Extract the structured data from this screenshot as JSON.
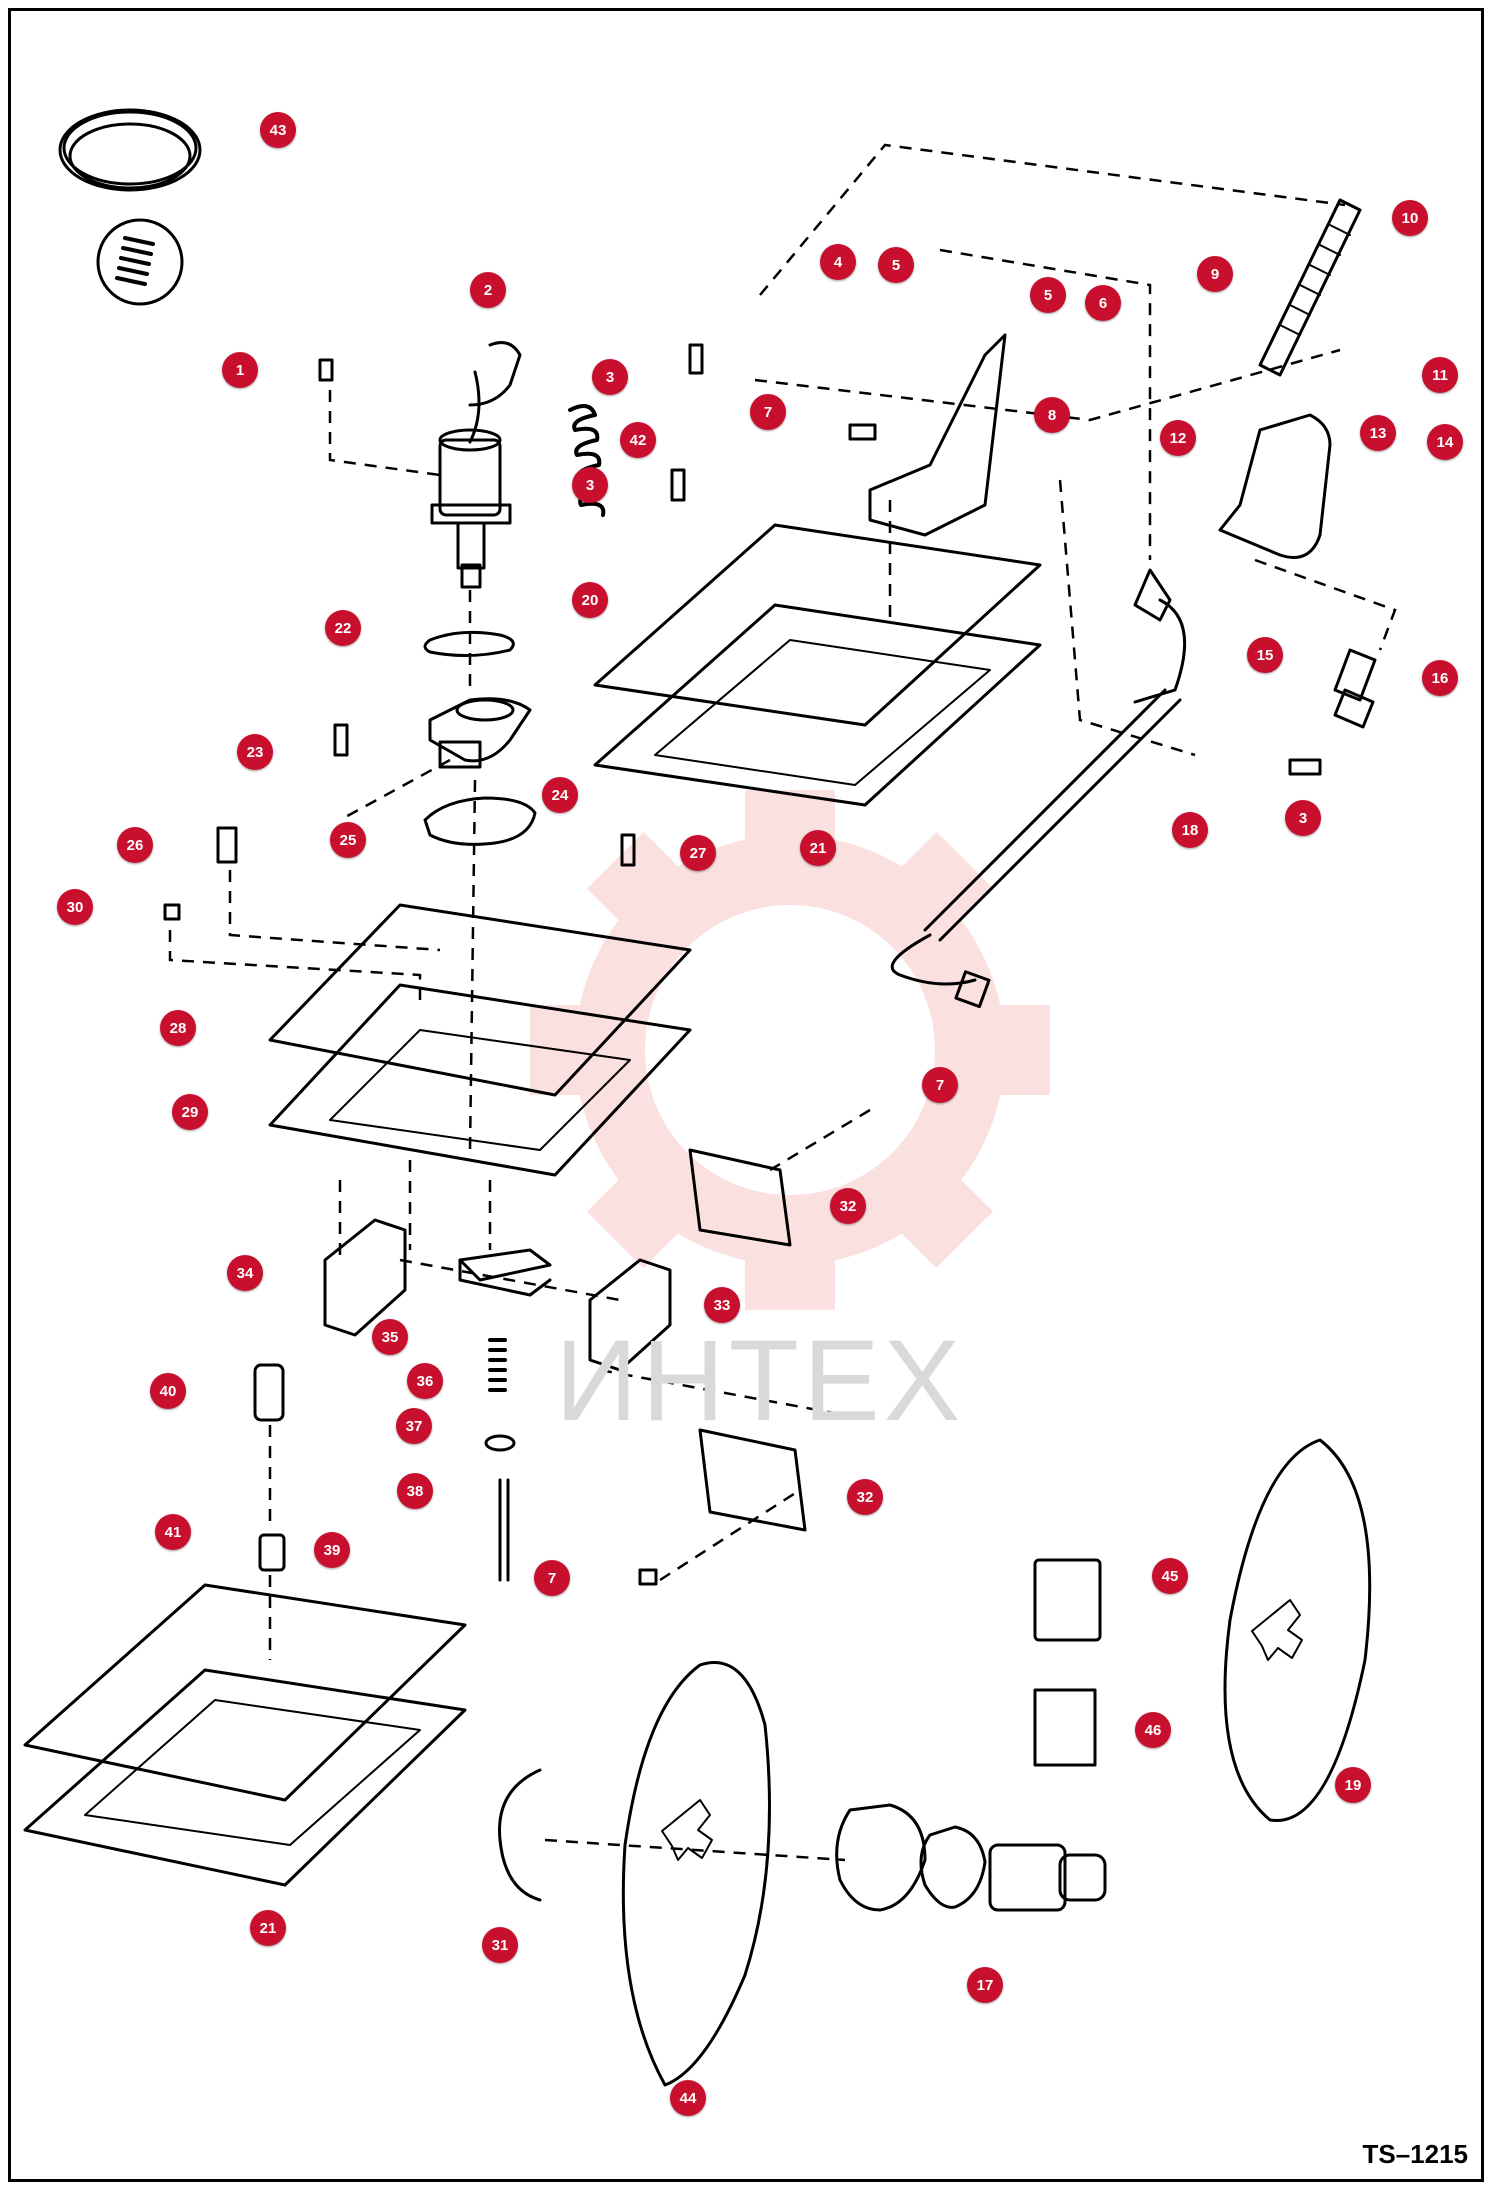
{
  "figure_code": "TS–1215",
  "watermark_text": "ИНТЕХ",
  "colors": {
    "callout": "#c8102e",
    "ink": "#000000",
    "watermark": "#e53935"
  },
  "callouts": [
    {
      "id": "c1",
      "label": "1"
    },
    {
      "id": "c2",
      "label": "2"
    },
    {
      "id": "c3a",
      "label": "3"
    },
    {
      "id": "c3b",
      "label": "3"
    },
    {
      "id": "c3c",
      "label": "3"
    },
    {
      "id": "c4",
      "label": "4"
    },
    {
      "id": "c5a",
      "label": "5"
    },
    {
      "id": "c5b",
      "label": "5"
    },
    {
      "id": "c6",
      "label": "6"
    },
    {
      "id": "c7a",
      "label": "7"
    },
    {
      "id": "c7b",
      "label": "7"
    },
    {
      "id": "c7c",
      "label": "7"
    },
    {
      "id": "c8",
      "label": "8"
    },
    {
      "id": "c9",
      "label": "9"
    },
    {
      "id": "c10",
      "label": "10"
    },
    {
      "id": "c11",
      "label": "11"
    },
    {
      "id": "c12",
      "label": "12"
    },
    {
      "id": "c13",
      "label": "13"
    },
    {
      "id": "c14",
      "label": "14"
    },
    {
      "id": "c15",
      "label": "15"
    },
    {
      "id": "c16",
      "label": "16"
    },
    {
      "id": "c17",
      "label": "17"
    },
    {
      "id": "c18",
      "label": "18"
    },
    {
      "id": "c19",
      "label": "19"
    },
    {
      "id": "c20",
      "label": "20"
    },
    {
      "id": "c21a",
      "label": "21"
    },
    {
      "id": "c21b",
      "label": "21"
    },
    {
      "id": "c22",
      "label": "22"
    },
    {
      "id": "c23",
      "label": "23"
    },
    {
      "id": "c24",
      "label": "24"
    },
    {
      "id": "c25",
      "label": "25"
    },
    {
      "id": "c26",
      "label": "26"
    },
    {
      "id": "c27",
      "label": "27"
    },
    {
      "id": "c28",
      "label": "28"
    },
    {
      "id": "c29",
      "label": "29"
    },
    {
      "id": "c30",
      "label": "30"
    },
    {
      "id": "c31",
      "label": "31"
    },
    {
      "id": "c32a",
      "label": "32"
    },
    {
      "id": "c32b",
      "label": "32"
    },
    {
      "id": "c33",
      "label": "33"
    },
    {
      "id": "c34",
      "label": "34"
    },
    {
      "id": "c35",
      "label": "35"
    },
    {
      "id": "c36",
      "label": "36"
    },
    {
      "id": "c37",
      "label": "37"
    },
    {
      "id": "c38",
      "label": "38"
    },
    {
      "id": "c39",
      "label": "39"
    },
    {
      "id": "c40",
      "label": "40"
    },
    {
      "id": "c41",
      "label": "41"
    },
    {
      "id": "c42",
      "label": "42"
    },
    {
      "id": "c43",
      "label": "43"
    },
    {
      "id": "c44",
      "label": "44"
    },
    {
      "id": "c45",
      "label": "45"
    },
    {
      "id": "c46",
      "label": "46"
    }
  ]
}
